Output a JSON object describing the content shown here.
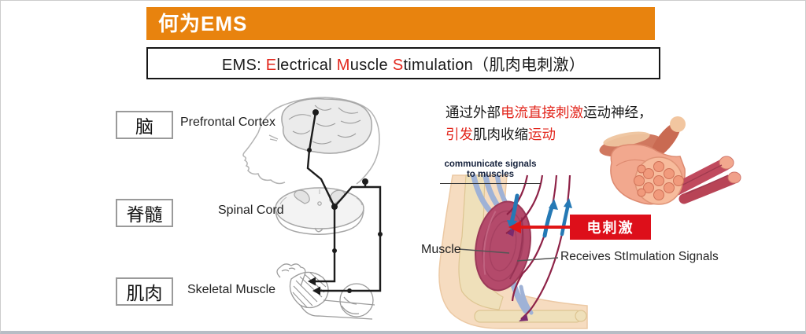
{
  "banner": {
    "title": "何为EMS"
  },
  "definition": {
    "segments": [
      {
        "text": "EMS: ",
        "red": false
      },
      {
        "text": "E",
        "red": true
      },
      {
        "text": "lectrical ",
        "red": false
      },
      {
        "text": "M",
        "red": true
      },
      {
        "text": "uscle ",
        "red": false
      },
      {
        "text": "S",
        "red": true
      },
      {
        "text": "timulation（肌肉电刺激）",
        "red": false
      }
    ]
  },
  "left_diagram": {
    "brain_box": "脑",
    "brain_label": "Prefrontal Cortex",
    "spine_box": "脊髓",
    "spine_label": "Spinal Cord",
    "muscle_box": "肌肉",
    "muscle_label": "Skeletal Muscle"
  },
  "right_panel": {
    "description_line1": [
      {
        "text": "通过外部",
        "red": false
      },
      {
        "text": "电流直接刺激",
        "red": true
      },
      {
        "text": "运动神经，",
        "red": false
      }
    ],
    "description_line2": [
      {
        "text": "引发",
        "red": true
      },
      {
        "text": "肌肉收缩",
        "red": false
      },
      {
        "text": "运动",
        "red": true
      }
    ],
    "signal_caption_line1": "communicate signals",
    "signal_caption_line2": "to muscles",
    "muscle_label": "Muscle",
    "stimulation_badge": "电刺激",
    "receives_label": "Receives StImulation Signals"
  },
  "colors": {
    "banner_orange": "#e8830e",
    "accent_red": "#e2261c",
    "badge_red": "#dd0f1a"
  }
}
